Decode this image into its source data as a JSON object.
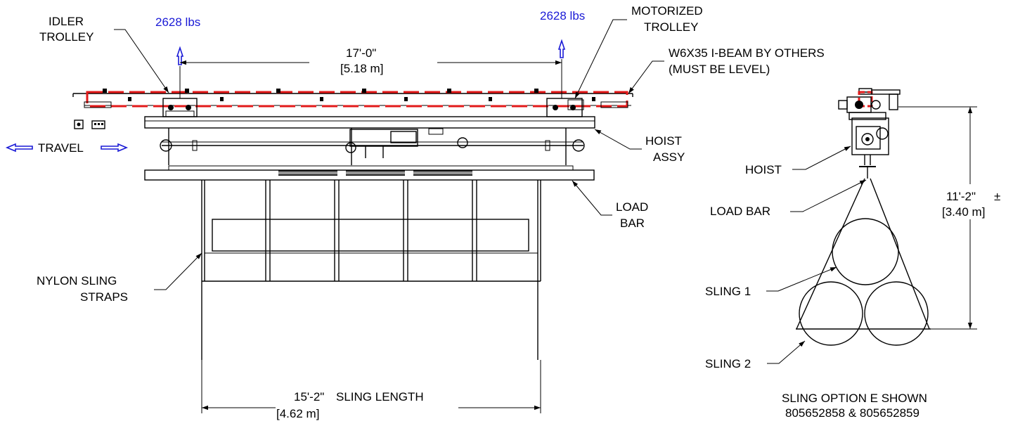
{
  "labels": {
    "load_left": "2628 lbs",
    "load_right": "2628 lbs",
    "idler_trolley_1": "IDLER",
    "idler_trolley_2": "TROLLEY",
    "motorized_trolley_1": "MOTORIZED",
    "motorized_trolley_2": "TROLLEY",
    "ibeam_1": "W6X35 I-BEAM BY OTHERS",
    "ibeam_2": "(MUST BE LEVEL)",
    "trolley_span_ft": "17'-0\"",
    "trolley_span_m": "[5.18 m]",
    "travel": "TRAVEL",
    "hoist_assy_1": "HOIST",
    "hoist_assy_2": "ASSY",
    "load_bar_front_1": "LOAD",
    "load_bar_front_2": "BAR",
    "nylon_1": "NYLON SLING",
    "nylon_2": "STRAPS",
    "sling_length_ft": "15'-2\"",
    "sling_length_text": "SLING LENGTH",
    "sling_length_m": "[4.62 m]",
    "hoist": "HOIST",
    "load_bar_side": "LOAD BAR",
    "height_ft": "11'-2\"",
    "height_pm": "±",
    "height_m": "[3.40 m]",
    "sling_1": "SLING 1",
    "sling_2": "SLING 2",
    "option_1": "SLING OPTION E SHOWN",
    "option_2": "805652858 & 805652859"
  },
  "colors": {
    "line": "#000000",
    "ibeam_dashed": "#e21a1a",
    "load_text": "#1a1ad6",
    "travel_arrows": "#1a1ad6"
  }
}
